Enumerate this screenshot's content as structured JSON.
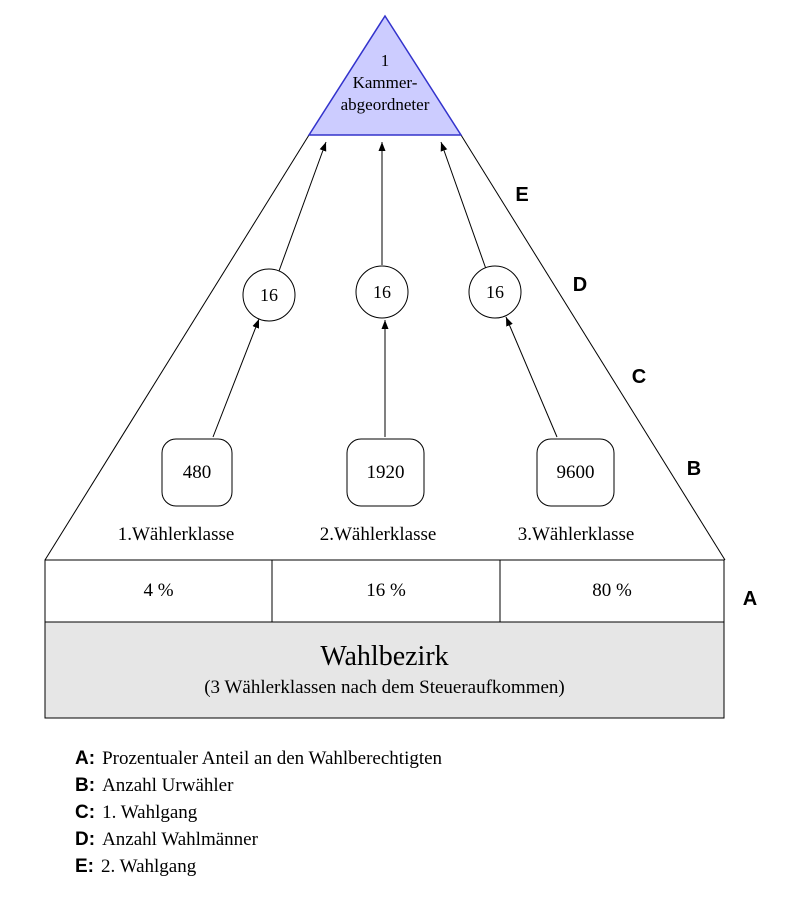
{
  "colors": {
    "triangle_fill": "#ccccff",
    "triangle_stroke": "#3333cc",
    "district_fill": "#e6e6e6",
    "line": "#000000"
  },
  "apex": {
    "line1": "1",
    "line2": "Kammer-",
    "line3": "abgeordneter"
  },
  "electors": [
    "16",
    "16",
    "16"
  ],
  "voters": [
    "480",
    "1920",
    "9600"
  ],
  "classes": [
    "1.Wählerklasse",
    "2.Wählerklasse",
    "3.Wählerklasse"
  ],
  "percentages": [
    "4 %",
    "16 %",
    "80 %"
  ],
  "district": {
    "title": "Wahlbezirk",
    "subtitle": "(3 Wählerklassen nach dem Steueraufkommen)"
  },
  "side_labels": [
    "E",
    "D",
    "C",
    "B",
    "A"
  ],
  "legend": [
    {
      "key": "A:",
      "text": "Prozentualer Anteil an den Wahlberechtigten"
    },
    {
      "key": "B:",
      "text": "Anzahl Urwähler"
    },
    {
      "key": "C:",
      "text": "1. Wahlgang"
    },
    {
      "key": "D:",
      "text": "Anzahl Wahlmänner"
    },
    {
      "key": "E:",
      "text": "2. Wahlgang"
    }
  ]
}
